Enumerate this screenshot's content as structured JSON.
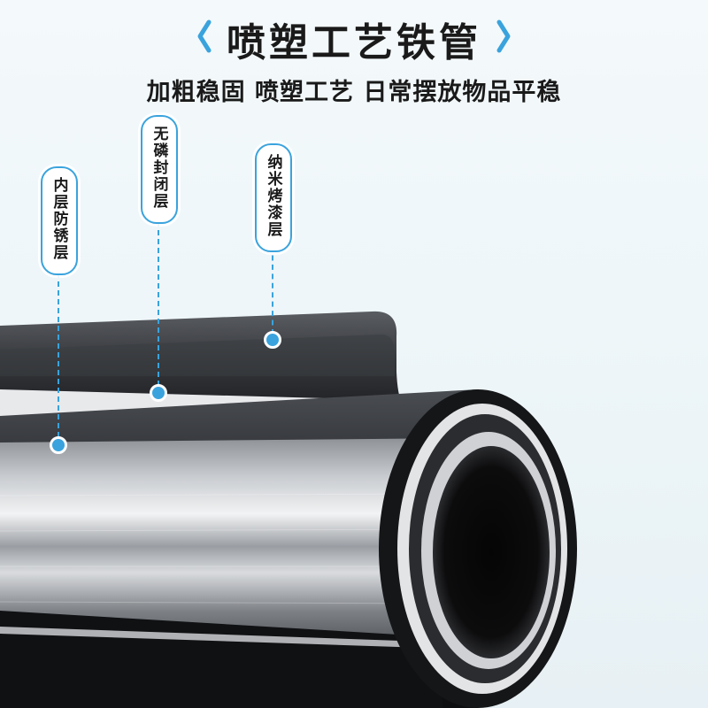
{
  "header": {
    "title": "喷塑工艺铁管",
    "left_brace": "<",
    "right_brace": ">",
    "subtitle": "加粗稳固 喷塑工艺 日常摆放物品平稳"
  },
  "labels": {
    "inner": "内层防锈层",
    "seal": "无磷封闭层",
    "nano": "纳米烤漆层"
  },
  "colors": {
    "accent": "#3aa3dd",
    "coating": "#1c1c1c",
    "steel": "#b8bcc0"
  }
}
